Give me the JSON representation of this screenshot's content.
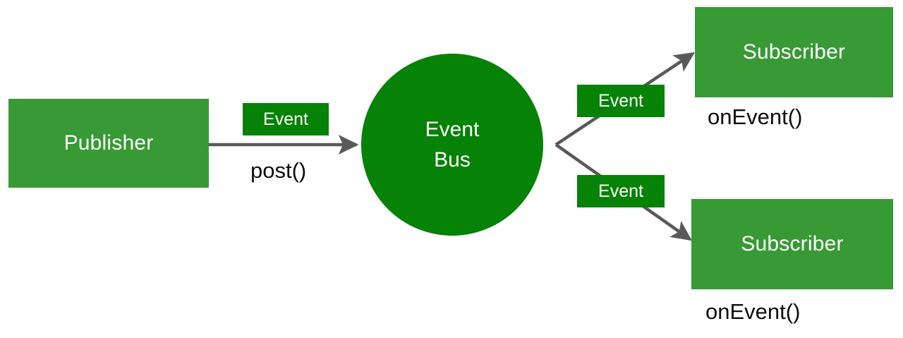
{
  "diagram": {
    "title": "Event Bus publish-subscribe diagram",
    "colors": {
      "node_green": "#379A35",
      "bus_green": "#068206",
      "tag_green": "#068206",
      "edge_gray": "#595959",
      "label_black": "#0d0d0d",
      "background": "#ffffff"
    },
    "nodes": {
      "publisher": {
        "label": "Publisher"
      },
      "event_bus": {
        "label_line1": "Event",
        "label_line2": "Bus"
      },
      "subscriber_top": {
        "label": "Subscriber"
      },
      "subscriber_bottom": {
        "label": "Subscriber"
      }
    },
    "edge_tags": {
      "publish_event": "Event",
      "deliver_event_top": "Event",
      "deliver_event_bottom": "Event"
    },
    "method_labels": {
      "post": "post()",
      "on_event_top": "onEvent()",
      "on_event_bottom": "onEvent()"
    }
  }
}
